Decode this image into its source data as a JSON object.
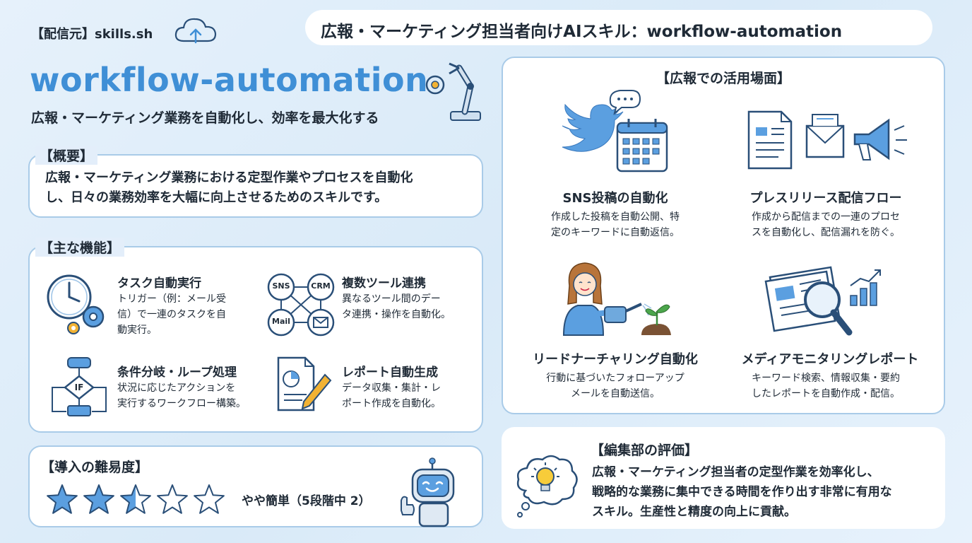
{
  "source_label": "【配信元】skills.sh",
  "banner_title": "広報・マーケティング担当者向けAIスキル：workflow-automation",
  "skill_name": "workflow-automation",
  "tagline": "広報・マーケティング業務を自動化し、効率を最大化する",
  "overview": {
    "header": "【概要】",
    "line1": "広報・マーケティング業務における定型作業やプロセスを自動化",
    "line2": "し、日々の業務効率を大幅に向上させるためのスキルです。"
  },
  "features": {
    "header": "【主な機能】",
    "items": [
      {
        "title": "タスク自動実行",
        "l1": "トリガー（例：メール受",
        "l2": "信）で一連のタスクを自",
        "l3": "動実行。"
      },
      {
        "title": "複数ツール連携",
        "l1": "異なるツール間のデー",
        "l2": "タ連携・操作を自動化。",
        "l3": ""
      },
      {
        "title": "条件分岐・ループ処理",
        "l1": "状況に応じたアクションを",
        "l2": "実行するワークフロー構築。",
        "l3": ""
      },
      {
        "title": "レポート自動生成",
        "l1": "データ収集・集計・レ",
        "l2": "ポート作成を自動化。",
        "l3": ""
      }
    ],
    "tool_labels": {
      "sns": "SNS",
      "crm": "CRM",
      "mail": "Mail"
    },
    "flow_label": "IF"
  },
  "difficulty": {
    "header": "【導入の難易度】",
    "rating": 2.5,
    "max": 5,
    "label": "やや簡単（5段階中 2）"
  },
  "use_cases": {
    "header": "【広報での活用場面】",
    "items": [
      {
        "title": "SNS投稿の自動化",
        "l1": "作成した投稿を自動公開、特",
        "l2": "定のキーワードに自動返信。"
      },
      {
        "title": "プレスリリース配信フロー",
        "l1": "作成から配信までの一連のプロセ",
        "l2": "スを自動化し、配信漏れを防ぐ。"
      },
      {
        "title": "リードナーチャリング自動化",
        "l1": "行動に基づいたフォローアップ",
        "l2": "メールを自動送信。"
      },
      {
        "title": "メディアモニタリングレポート",
        "l1": "キーワード検索、情報収集・要約",
        "l2": "したレポートを自動作成・配信。"
      }
    ]
  },
  "review": {
    "header": "【編集部の評価】",
    "l1": "広報・マーケティング担当者の定型作業を効率化し、",
    "l2": "戦略的な業務に集中できる時間を作り出す非常に有用な",
    "l3": "スキル。生産性と精度の向上に貢献。"
  },
  "colors": {
    "accent": "#3f8fd6",
    "border": "#a9cbe8",
    "star": "#5b9fe0"
  }
}
